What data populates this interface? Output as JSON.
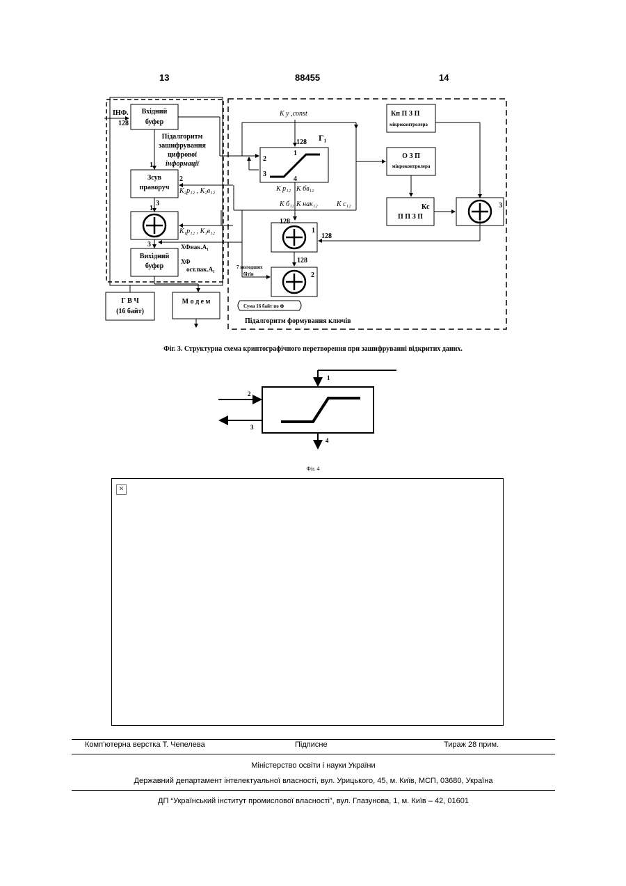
{
  "header": {
    "page_left": "13",
    "patent_no": "88455",
    "page_right": "14"
  },
  "fig3": {
    "inf_label": "ІНФ.",
    "input_width": "128",
    "input_buffer": [
      "Вхідний",
      "буфер"
    ],
    "shift_block": [
      "Зсув",
      "праворуч"
    ],
    "output_buffer": [
      "Вихідний",
      "буфер"
    ],
    "encrypt_subalgorithm": [
      "Підалгоритм",
      "зашифрування",
      "цифрової",
      "інформації"
    ],
    "gvch": [
      "Г В Ч",
      "(16 байт)"
    ],
    "modem": "М о д е м",
    "ky_const": "K y ,const",
    "g1_label": "Г₁",
    "kp_pzp": [
      "Кп  П З П",
      "мікроконтролера"
    ],
    "ozp": [
      "О З П",
      "мікроконтролера"
    ],
    "kc_label": "Кс",
    "pzp": "П П З П",
    "k2_label": "K₂p₁₂ , K₂в₁₂",
    "k1_label": "K₁p₁₂ , K₁в₁₂",
    "kp12_label": "K p₁₂",
    "kbv12_label": "K бв₁₂",
    "kb12_label": "K б₁₂",
    "knak12_label": "K нак₁₂",
    "kc12_label": "K c₁₂",
    "xf_nak": "ХФнак.А₁",
    "xf_ost": [
      "ХФ",
      "ост.пак.А₁"
    ],
    "seven_bits": [
      "7 молодших",
      "бітів"
    ],
    "sum_label": "Сума 16 байт по ⊕",
    "key_subalgorithm": "Підалгоритм формування ключів",
    "port_labels": {
      "one": "1",
      "two": "2",
      "three": "3",
      "four": "4",
      "w128": "128"
    }
  },
  "fig3_caption": "Фіг. 3. Структурна схема криптографічного перетворення при зашифруванні відкритих даних.",
  "fig4": {
    "port_1": "1",
    "port_2": "2",
    "port_3": "3",
    "port_4": "4"
  },
  "fig4_caption": "Фіг. 4",
  "broken_image_icon": "broken-image-icon",
  "footer": {
    "layout": "Комп’ютерна верстка Т. Чепелева",
    "signed": "Підписне",
    "circulation": "Тираж 28 прим.",
    "ministry": "Міністерство освіти і науки України",
    "department": "Державний департамент інтелектуальної власності, вул. Урицького, 45, м. Київ, МСП, 03680, Україна",
    "institute": "ДП “Український інститут промислової власності”, вул. Глазунова, 1, м. Київ – 42, 01601"
  }
}
